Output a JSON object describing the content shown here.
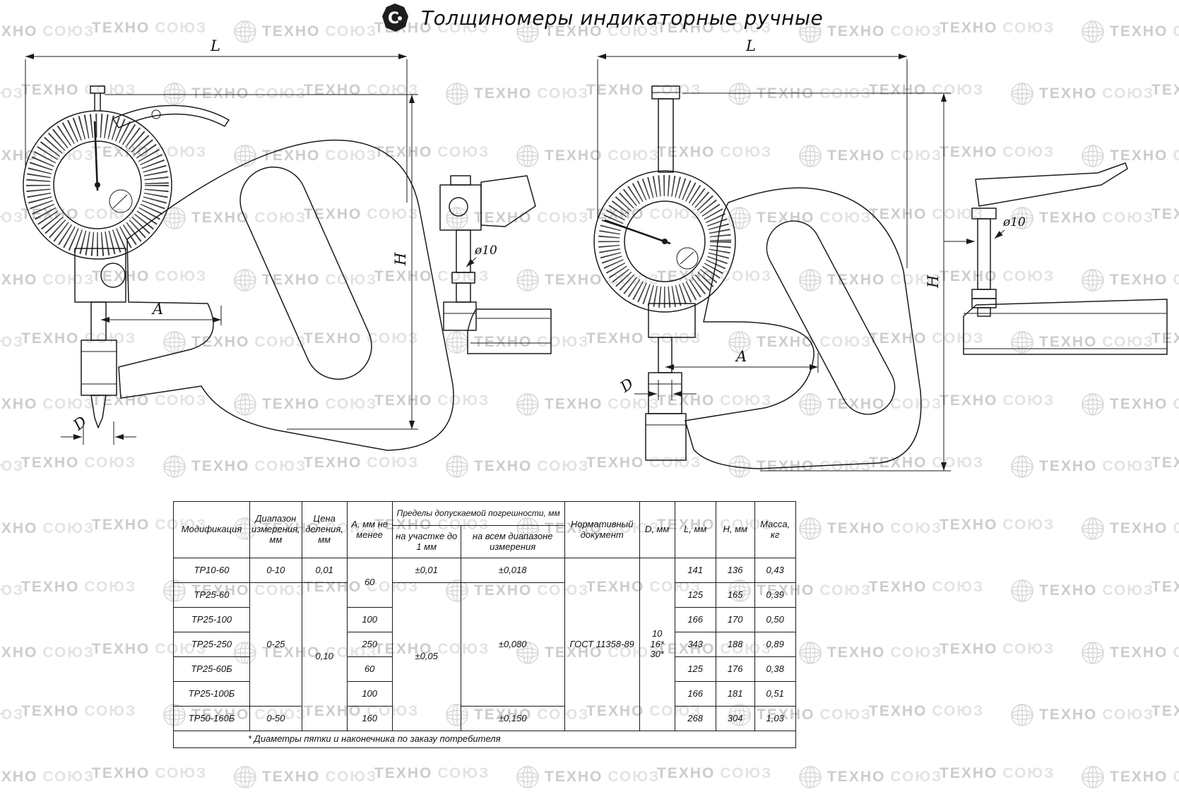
{
  "title": "Толщиномеры индикаторные ручные",
  "watermark": {
    "word1": "ТЕХНО",
    "word2": "СОЮЗ"
  },
  "logo": {
    "letter": "C"
  },
  "drawings": {
    "left": {
      "dim_L": "L",
      "dim_H": "H",
      "dim_A": "A",
      "dim_D": "D",
      "dia": "ø10"
    },
    "right": {
      "dim_L": "L",
      "dim_H": "H",
      "dim_A": "A",
      "dim_D": "D",
      "dia": "ø10"
    }
  },
  "table": {
    "headers": {
      "mod": "Модификация",
      "range": "Диапазон измерения, мм",
      "division": "Цена деления, мм",
      "a": "А, мм не менее",
      "err": "Пределы допускаемой погрешности, мм",
      "err1": "на участке до 1 мм",
      "err2": "на всем диапазоне измерения",
      "doc": "Нормативный документ",
      "d": "D, мм",
      "l": "L, мм",
      "h": "Н, мм",
      "mass": "Масса, кг"
    },
    "rows": [
      {
        "mod": "ТР10-60",
        "range": "0-10",
        "div": "0,01",
        "a": "60",
        "e1": "±0,01",
        "e2": "±0,018",
        "l": "141",
        "h": "136",
        "mass": "0,43"
      },
      {
        "mod": "ТР25-60",
        "range": "0-25",
        "div": "0,10",
        "e1": "±0,05",
        "e2": "±0,080",
        "l": "125",
        "h": "165",
        "mass": "0,39"
      },
      {
        "mod": "ТР25-100",
        "a": "100",
        "l": "166",
        "h": "170",
        "mass": "0,50"
      },
      {
        "mod": "ТР25-250",
        "a": "250",
        "l": "343",
        "h": "188",
        "mass": "0,89"
      },
      {
        "mod": "ТР25-60Б",
        "a": "60",
        "l": "125",
        "h": "176",
        "mass": "0,38"
      },
      {
        "mod": "ТР25-100Б",
        "a": "100",
        "l": "166",
        "h": "181",
        "mass": "0,51"
      },
      {
        "mod": "ТР50-160Б",
        "range": "0-50",
        "a": "160",
        "e2": "±0,150",
        "l": "268",
        "h": "304",
        "mass": "1,03"
      }
    ],
    "shared": {
      "doc": "ГОСТ 11358-89",
      "d_lines": [
        "10",
        "16*",
        "30*"
      ]
    },
    "footnote": "* Диаметры пятки и наконечника по заказу потребителя"
  }
}
